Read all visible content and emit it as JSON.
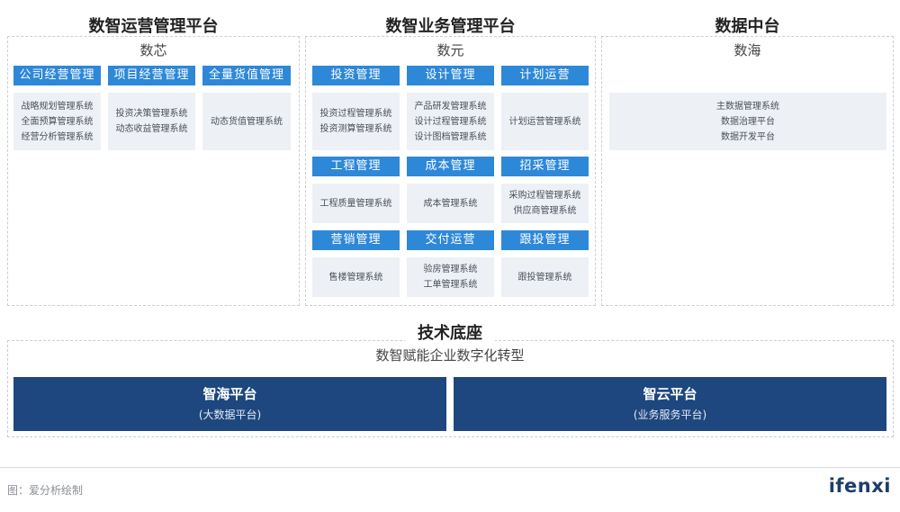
{
  "panels": [
    {
      "title": "数智运营管理平台",
      "subtitle": "数芯",
      "categories": [
        {
          "name": "公司经营管理",
          "systems": [
            "战略规划管理系统",
            "全面预算管理系统",
            "经营分析管理系统"
          ]
        },
        {
          "name": "项目经营管理",
          "systems": [
            "投资决策管理系统",
            "动态收益管理系统"
          ]
        },
        {
          "name": "全量货值管理",
          "systems": [
            "动态货值管理系统"
          ]
        }
      ]
    },
    {
      "title": "数智业务管理平台",
      "subtitle": "数元",
      "categories": [
        {
          "name": "投资管理",
          "systems": [
            "投资过程管理系统",
            "投资测算管理系统"
          ]
        },
        {
          "name": "设计管理",
          "systems": [
            "产品研发管理系统",
            "设计过程管理系统",
            "设计图档管理系统"
          ]
        },
        {
          "name": "计划运营",
          "systems": [
            "计划运营管理系统"
          ]
        },
        {
          "name": "工程管理",
          "systems": [
            "工程质量管理系统"
          ]
        },
        {
          "name": "成本管理",
          "systems": [
            "成本管理系统"
          ]
        },
        {
          "name": "招采管理",
          "systems": [
            "采购过程管理系统",
            "供应商管理系统"
          ]
        },
        {
          "name": "营销管理",
          "systems": [
            "售楼管理系统"
          ]
        },
        {
          "name": "交付运营",
          "systems": [
            "验房管理系统",
            "工单管理系统"
          ]
        },
        {
          "name": "跟投管理",
          "systems": [
            "跟投管理系统"
          ]
        }
      ]
    },
    {
      "title": "数据中台",
      "subtitle": "数海",
      "systems": [
        "主数据管理系统",
        "数据治理平台",
        "数据开发平台"
      ]
    }
  ],
  "tech": {
    "title": "技术底座",
    "subtitle": "数智赋能企业数字化转型",
    "platforms": [
      {
        "name": "智海平台",
        "note": "(大数据平台)"
      },
      {
        "name": "智云平台",
        "note": "(业务服务平台)"
      }
    ]
  },
  "footer": {
    "source": "图：爱分析绘制",
    "brand": "ifenxi"
  },
  "colors": {
    "category_header": "#2e88d8",
    "system_bg": "#edf1f6",
    "platform_bg": "#1d477e",
    "brand": "#1d3d6b"
  }
}
